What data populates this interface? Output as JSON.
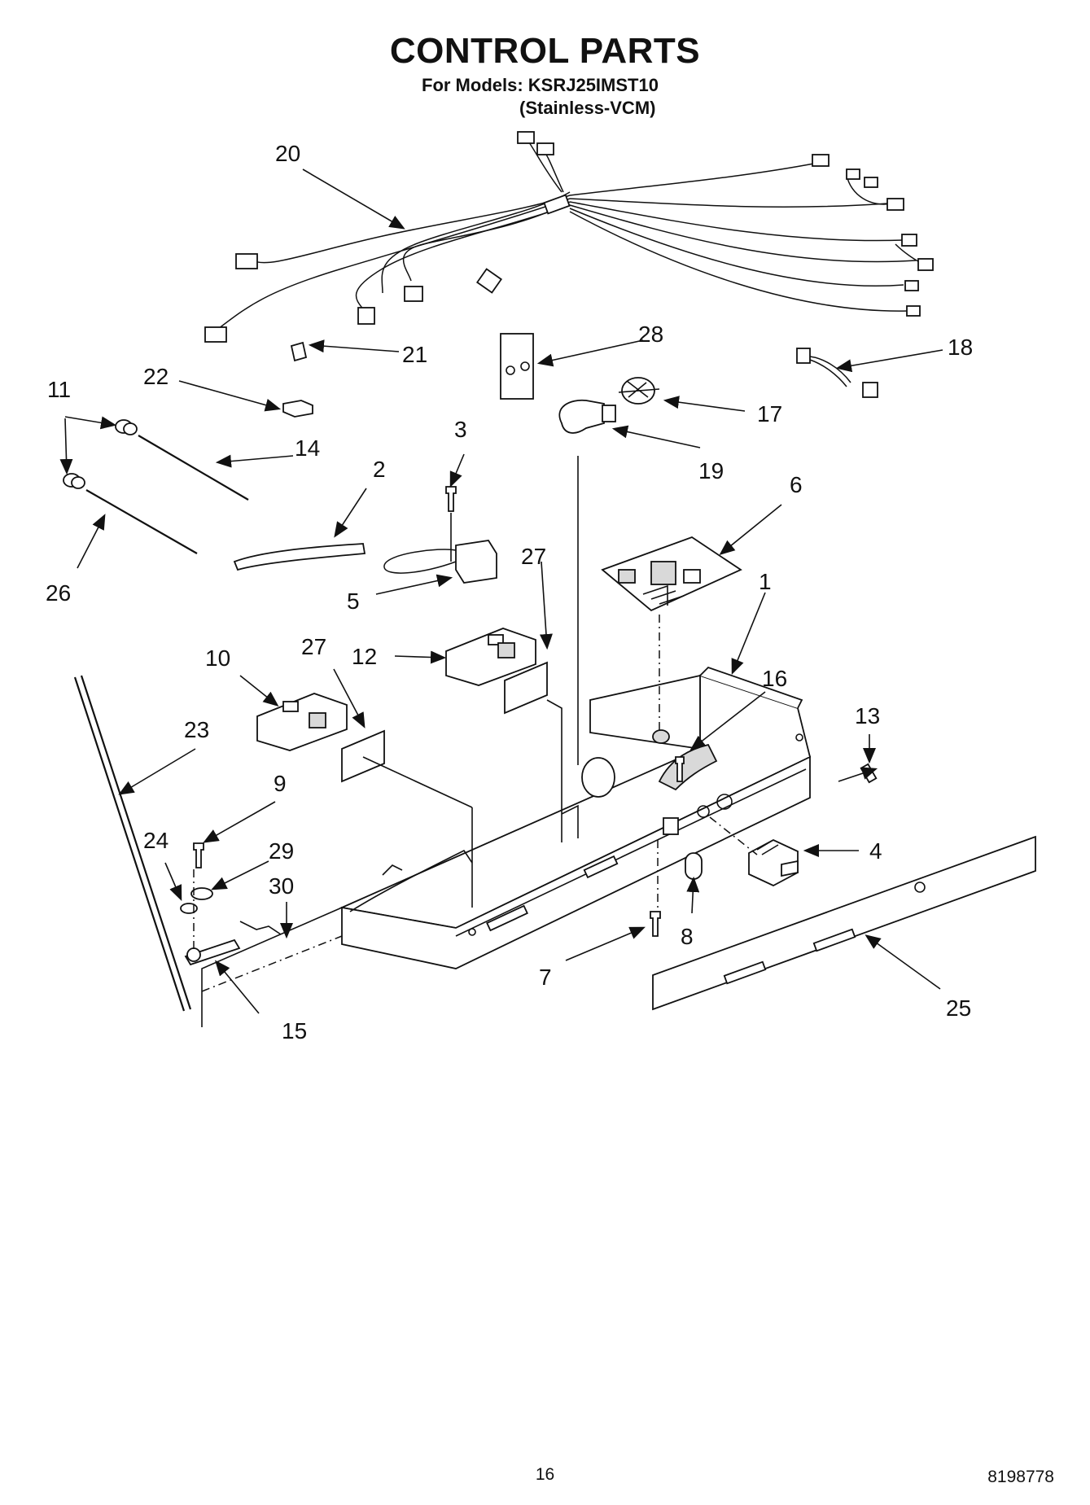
{
  "header": {
    "title": "CONTROL PARTS",
    "models_line": "For Models: KSRJ25IMST10",
    "variant_line": "(Stainless-VCM)"
  },
  "callouts": [
    "1",
    "2",
    "3",
    "4",
    "5",
    "6",
    "7",
    "8",
    "9",
    "10",
    "11",
    "12",
    "13",
    "14",
    "15",
    "16",
    "17",
    "18",
    "19",
    "20",
    "21",
    "22",
    "23",
    "24",
    "25",
    "26",
    "27",
    "27",
    "28",
    "29",
    "30"
  ],
  "footer": {
    "page_number": "16",
    "document_code": "8198778"
  }
}
